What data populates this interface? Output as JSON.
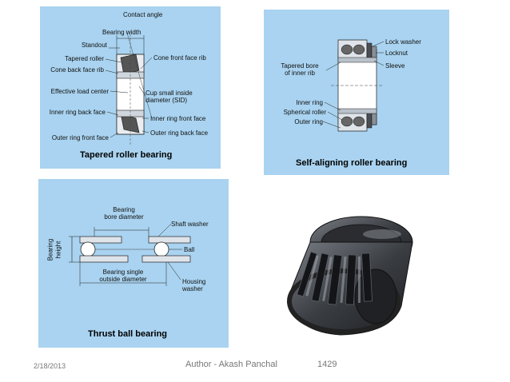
{
  "tapered": {
    "caption": "Tapered roller bearing",
    "labels": {
      "contact_angle": "Contact angle",
      "bearing_width": "Bearing width",
      "standout": "Standout",
      "tapered_roller": "Tapered roller",
      "cone_back_face_rib": "Cone back face rib",
      "cone_front_face_rib": "Cone front face rib",
      "effective_load_center": "Effective load center",
      "cup_sid_1": "Cup small inside",
      "cup_sid_2": "diameter (SID)",
      "inner_ring_back_face": "Inner ring back face",
      "inner_ring_front_face": "Inner ring front face",
      "outer_ring_back_face": "Outer ring back face",
      "outer_ring_front_face": "Outer ring front face"
    }
  },
  "self_aligning": {
    "caption": "Self-aligning roller bearing",
    "labels": {
      "lock_washer": "Lock washer",
      "locknut": "Locknut",
      "sleeve": "Sleeve",
      "tapered_bore_1": "Tapered bore",
      "tapered_bore_2": "of inner rib",
      "inner_ring": "Inner ring",
      "spherical_roller": "Spherical roller",
      "outer_ring": "Outer ring"
    }
  },
  "thrust": {
    "caption": "Thrust ball bearing",
    "labels": {
      "bore_1": "Bearing",
      "bore_2": "bore diameter",
      "shaft_washer": "Shaft washer",
      "ball": "Ball",
      "height_1": "Bearing",
      "height_2": "height",
      "outside_1": "Bearing single",
      "outside_2": "outside diameter",
      "housing_1": "Housing",
      "housing_2": "washer"
    }
  },
  "footer": {
    "date": "2/18/2013",
    "author": "Author - Akash Panchal",
    "page": "1429"
  },
  "colors": {
    "panel_bg": "#a9d3f0",
    "metal_dark": "#2f3236",
    "metal_mid": "#6c7076"
  }
}
